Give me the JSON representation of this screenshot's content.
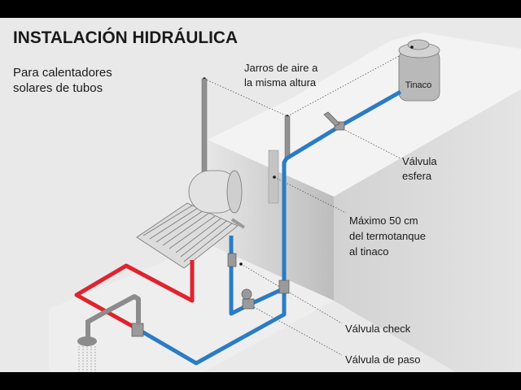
{
  "title": "INSTALACIÓN HIDRÁULICA",
  "subtitle": [
    "Para calentadores",
    "solares de tubos"
  ],
  "labels": {
    "jarros": [
      "Jarros de aire a",
      "la misma altura"
    ],
    "tinaco": "Tinaco",
    "valvula_esfera": [
      "Válvula",
      "esfera"
    ],
    "maximo": [
      "Máximo 50 cm",
      "del termotanque",
      "al tinaco"
    ],
    "valvula_check": "Válvula check",
    "valvula_paso": "Válvula de paso"
  },
  "colors": {
    "cold": "#2a7cc4",
    "hot": "#e0232e",
    "pipe_gray": "#8c8c8c"
  }
}
